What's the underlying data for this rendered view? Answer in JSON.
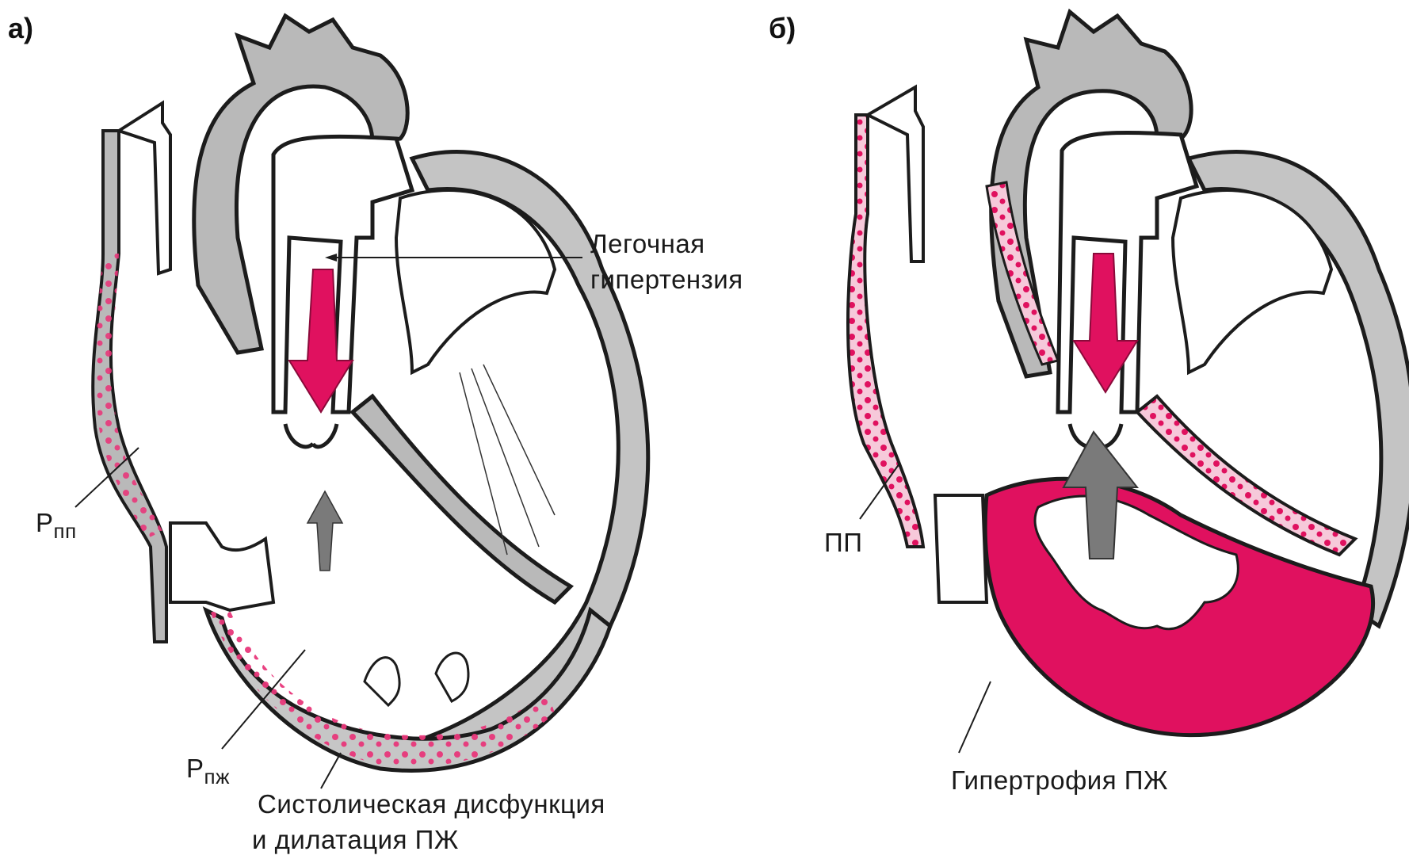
{
  "colors": {
    "muscle_grey": "#b9b9b9",
    "muscle_dark": "#8c8c8c",
    "outline": "#1c1c1c",
    "hypertrophy_magenta": "#e0115f",
    "dot_pink": "#e8377a",
    "arrow_grey": "#7a7a7a"
  },
  "panels": {
    "a": {
      "letter": "а)",
      "labels": {
        "pulmonary_hypertension_1": "Легочная",
        "pulmonary_hypertension_2": "гипертензия",
        "ra_pressure_main": "P",
        "ra_pressure_sub": "пп",
        "rv_pressure_main": "P",
        "rv_pressure_sub": "пж",
        "systolic_1": "Систолическая дисфункция",
        "systolic_2": "и дилатация ПЖ"
      }
    },
    "b": {
      "letter": "б)",
      "labels": {
        "right_atrium": "ПП",
        "rv_hypertrophy": "Гипертрофия ПЖ"
      }
    }
  },
  "icons": [
    "heart-diagram-a",
    "heart-diagram-b",
    "down-arrow-icon",
    "up-arrow-icon"
  ]
}
